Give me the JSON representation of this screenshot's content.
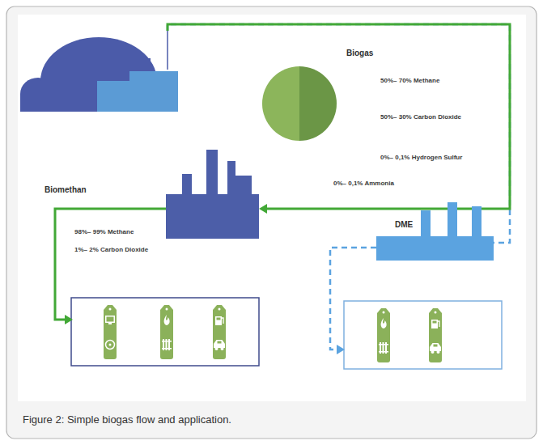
{
  "diagram": {
    "caption": "Figure 2: Simple biogas flow and application.",
    "nodes": [
      {
        "text": [
          "Biogas"
        ]
      },
      {
        "text": [
          "Biomethan"
        ]
      },
      {
        "text": [
          "DME"
        ]
      }
    ],
    "edges": [
      {
        "from": 0,
        "to": 1,
        "arrow": "to"
      },
      {
        "from": 0,
        "to": 2,
        "arrow": "none"
      }
    ],
    "labels": [
      "50%– 70% Methane",
      "50%– 30% Carbon Dioxide",
      "0%– 0,1% Hydrogen Sulfur",
      "0%– 0,1% Ammonia",
      "98%– 99% Methane",
      "1%– 2% Carbon Dioxide"
    ]
  }
}
